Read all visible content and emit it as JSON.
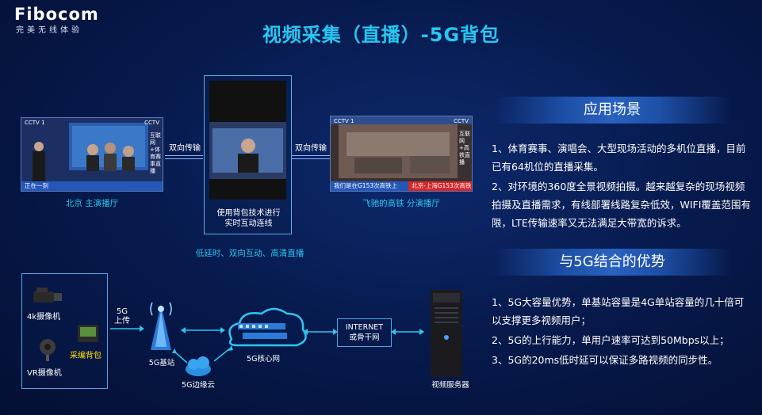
{
  "brand": {
    "logo": "Fibocom",
    "tagline": "完美无线体验"
  },
  "title": "视频采集（直播）-5G背包",
  "top_diagram": {
    "left_frame": {
      "cctv_left": "CCTV 1",
      "cctv_right": "CCTV",
      "side_caption": "互联网+体育赛事直播",
      "ticker": "正在一刻",
      "caption": "北京 主演播厅"
    },
    "arrow_left_label": "双向传输",
    "center_frame": {
      "caption_line1": "使用背包技术进行",
      "caption_line2": "实时互动连线"
    },
    "arrow_right_label": "双向传输",
    "right_frame": {
      "cctv_left": "CCTV 1",
      "cctv_right": "CCTV",
      "side_caption": "互联网+高铁直播",
      "ticker": "我们是在G153次高铁上",
      "ticker_right": "北京-上海G153次高铁",
      "caption": "飞驰的高铁 分演播厅"
    },
    "feature_caption": "低延时、双向互动、高清直播"
  },
  "application": {
    "header": "应用场景",
    "items": [
      "1、体育赛事、演唱会、大型现场活动的多机位直播，目前已有64机位的直播采集。",
      "2、对环境的360度全景视频拍摄。越来越复杂的现场视频拍摄及直播需求，有线部署线路复杂低效，WIFI覆盖范围有限，LTE传输速率又无法满足大带宽的诉求。"
    ]
  },
  "advantages": {
    "header": "与5G结合的优势",
    "items": [
      "1、5G大容量优势，单基站容量是4G单站容量的几十倍可以支撑更多视频用户；",
      "2、5G的上行能力，单用户速率可达到50Mbps以上；",
      "3、5G的20ms低时延可以保证多路视频的同步性。"
    ]
  },
  "bottom_diagram": {
    "camera_4k": "4k摄像机",
    "camera_vr": "VR摄像机",
    "backpack": "采编背包",
    "uplink_line1": "5G",
    "uplink_line2": "上传",
    "base_station": "5G基站",
    "edge_cloud": "5G边缘云",
    "core_network": "5G核心网",
    "internet_line1": "INTERNET",
    "internet_line2": "或骨干网",
    "video_server": "视频服务器"
  },
  "colors": {
    "background": "#071b4f",
    "title": "#27c7f2",
    "caption_cyan": "#2ec6f0",
    "label_yellow": "#ffe000",
    "section_bar": "#2a62c0",
    "arrow": "#2ec6f0"
  }
}
